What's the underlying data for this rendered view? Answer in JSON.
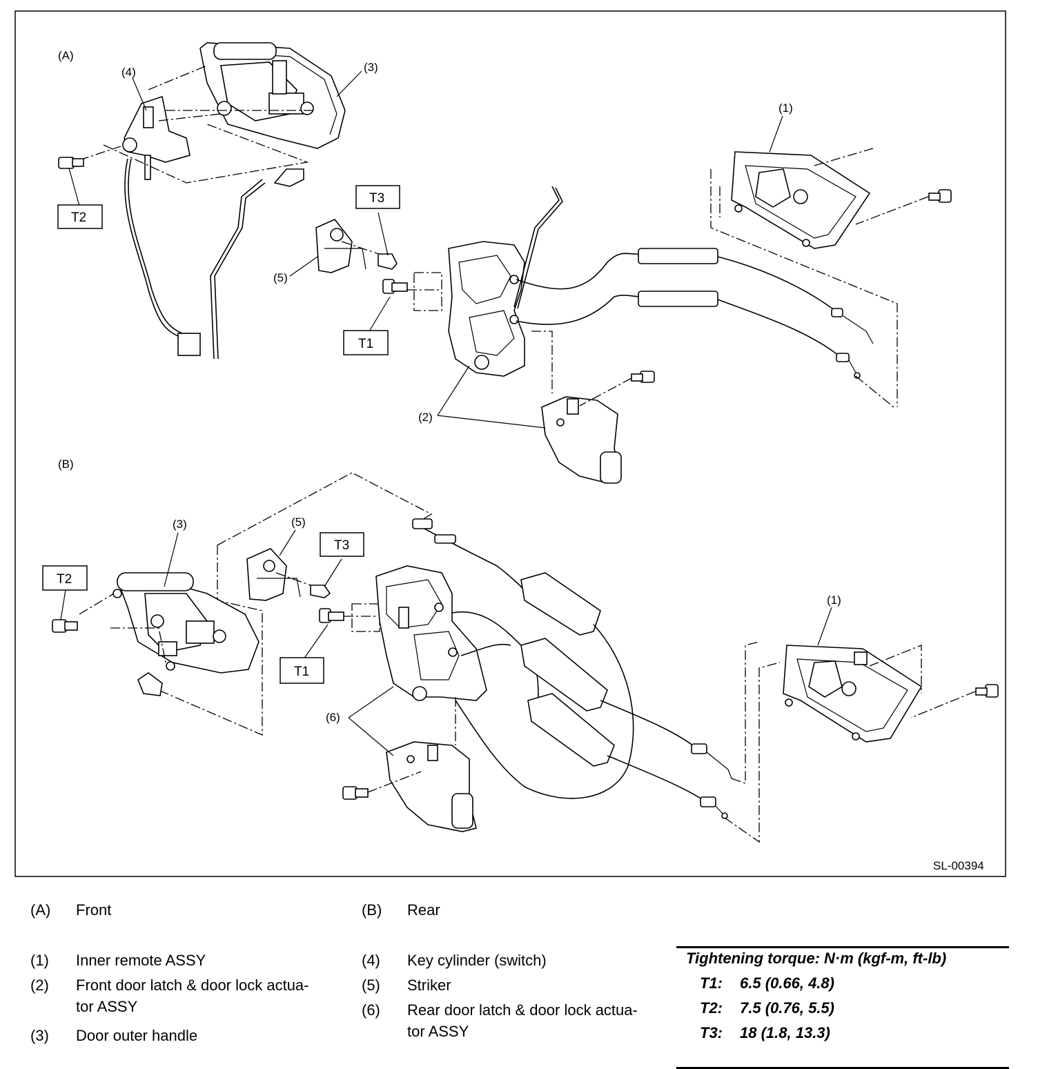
{
  "diagram": {
    "figure_id": "SL-00394",
    "section_labels": {
      "a": "(A)",
      "b": "(B)"
    },
    "callouts": {
      "a1": "(1)",
      "a2": "(2)",
      "a3": "(3)",
      "a4": "(4)",
      "a5": "(5)",
      "b1": "(1)",
      "b3": "(3)",
      "b5": "(5)",
      "b6": "(6)"
    },
    "torque_boxes": {
      "a_t1": "T1",
      "a_t2": "T2",
      "a_t3": "T3",
      "b_t1": "T1",
      "b_t2": "T2",
      "b_t3": "T3"
    }
  },
  "legend": {
    "sections": [
      {
        "code": "(A)",
        "text": "Front"
      },
      {
        "code": "(B)",
        "text": "Rear"
      }
    ],
    "parts": [
      {
        "code": "(1)",
        "text": "Inner remote ASSY"
      },
      {
        "code": "(2)",
        "text": "Front door latch & door lock actua-\ntor ASSY"
      },
      {
        "code": "(3)",
        "text": "Door outer handle"
      },
      {
        "code": "(4)",
        "text": "Key cylinder (switch)"
      },
      {
        "code": "(5)",
        "text": "Striker"
      },
      {
        "code": "(6)",
        "text": "Rear door latch & door lock actua-\ntor ASSY"
      }
    ]
  },
  "torque": {
    "title": "Tightening torque: N·m (kgf-m, ft-lb)",
    "rows": [
      {
        "key": "T1:",
        "value": "6.5 (0.66, 4.8)"
      },
      {
        "key": "T2:",
        "value": "7.5 (0.76, 5.5)"
      },
      {
        "key": "T3:",
        "value": "18 (1.8, 13.3)"
      }
    ]
  }
}
